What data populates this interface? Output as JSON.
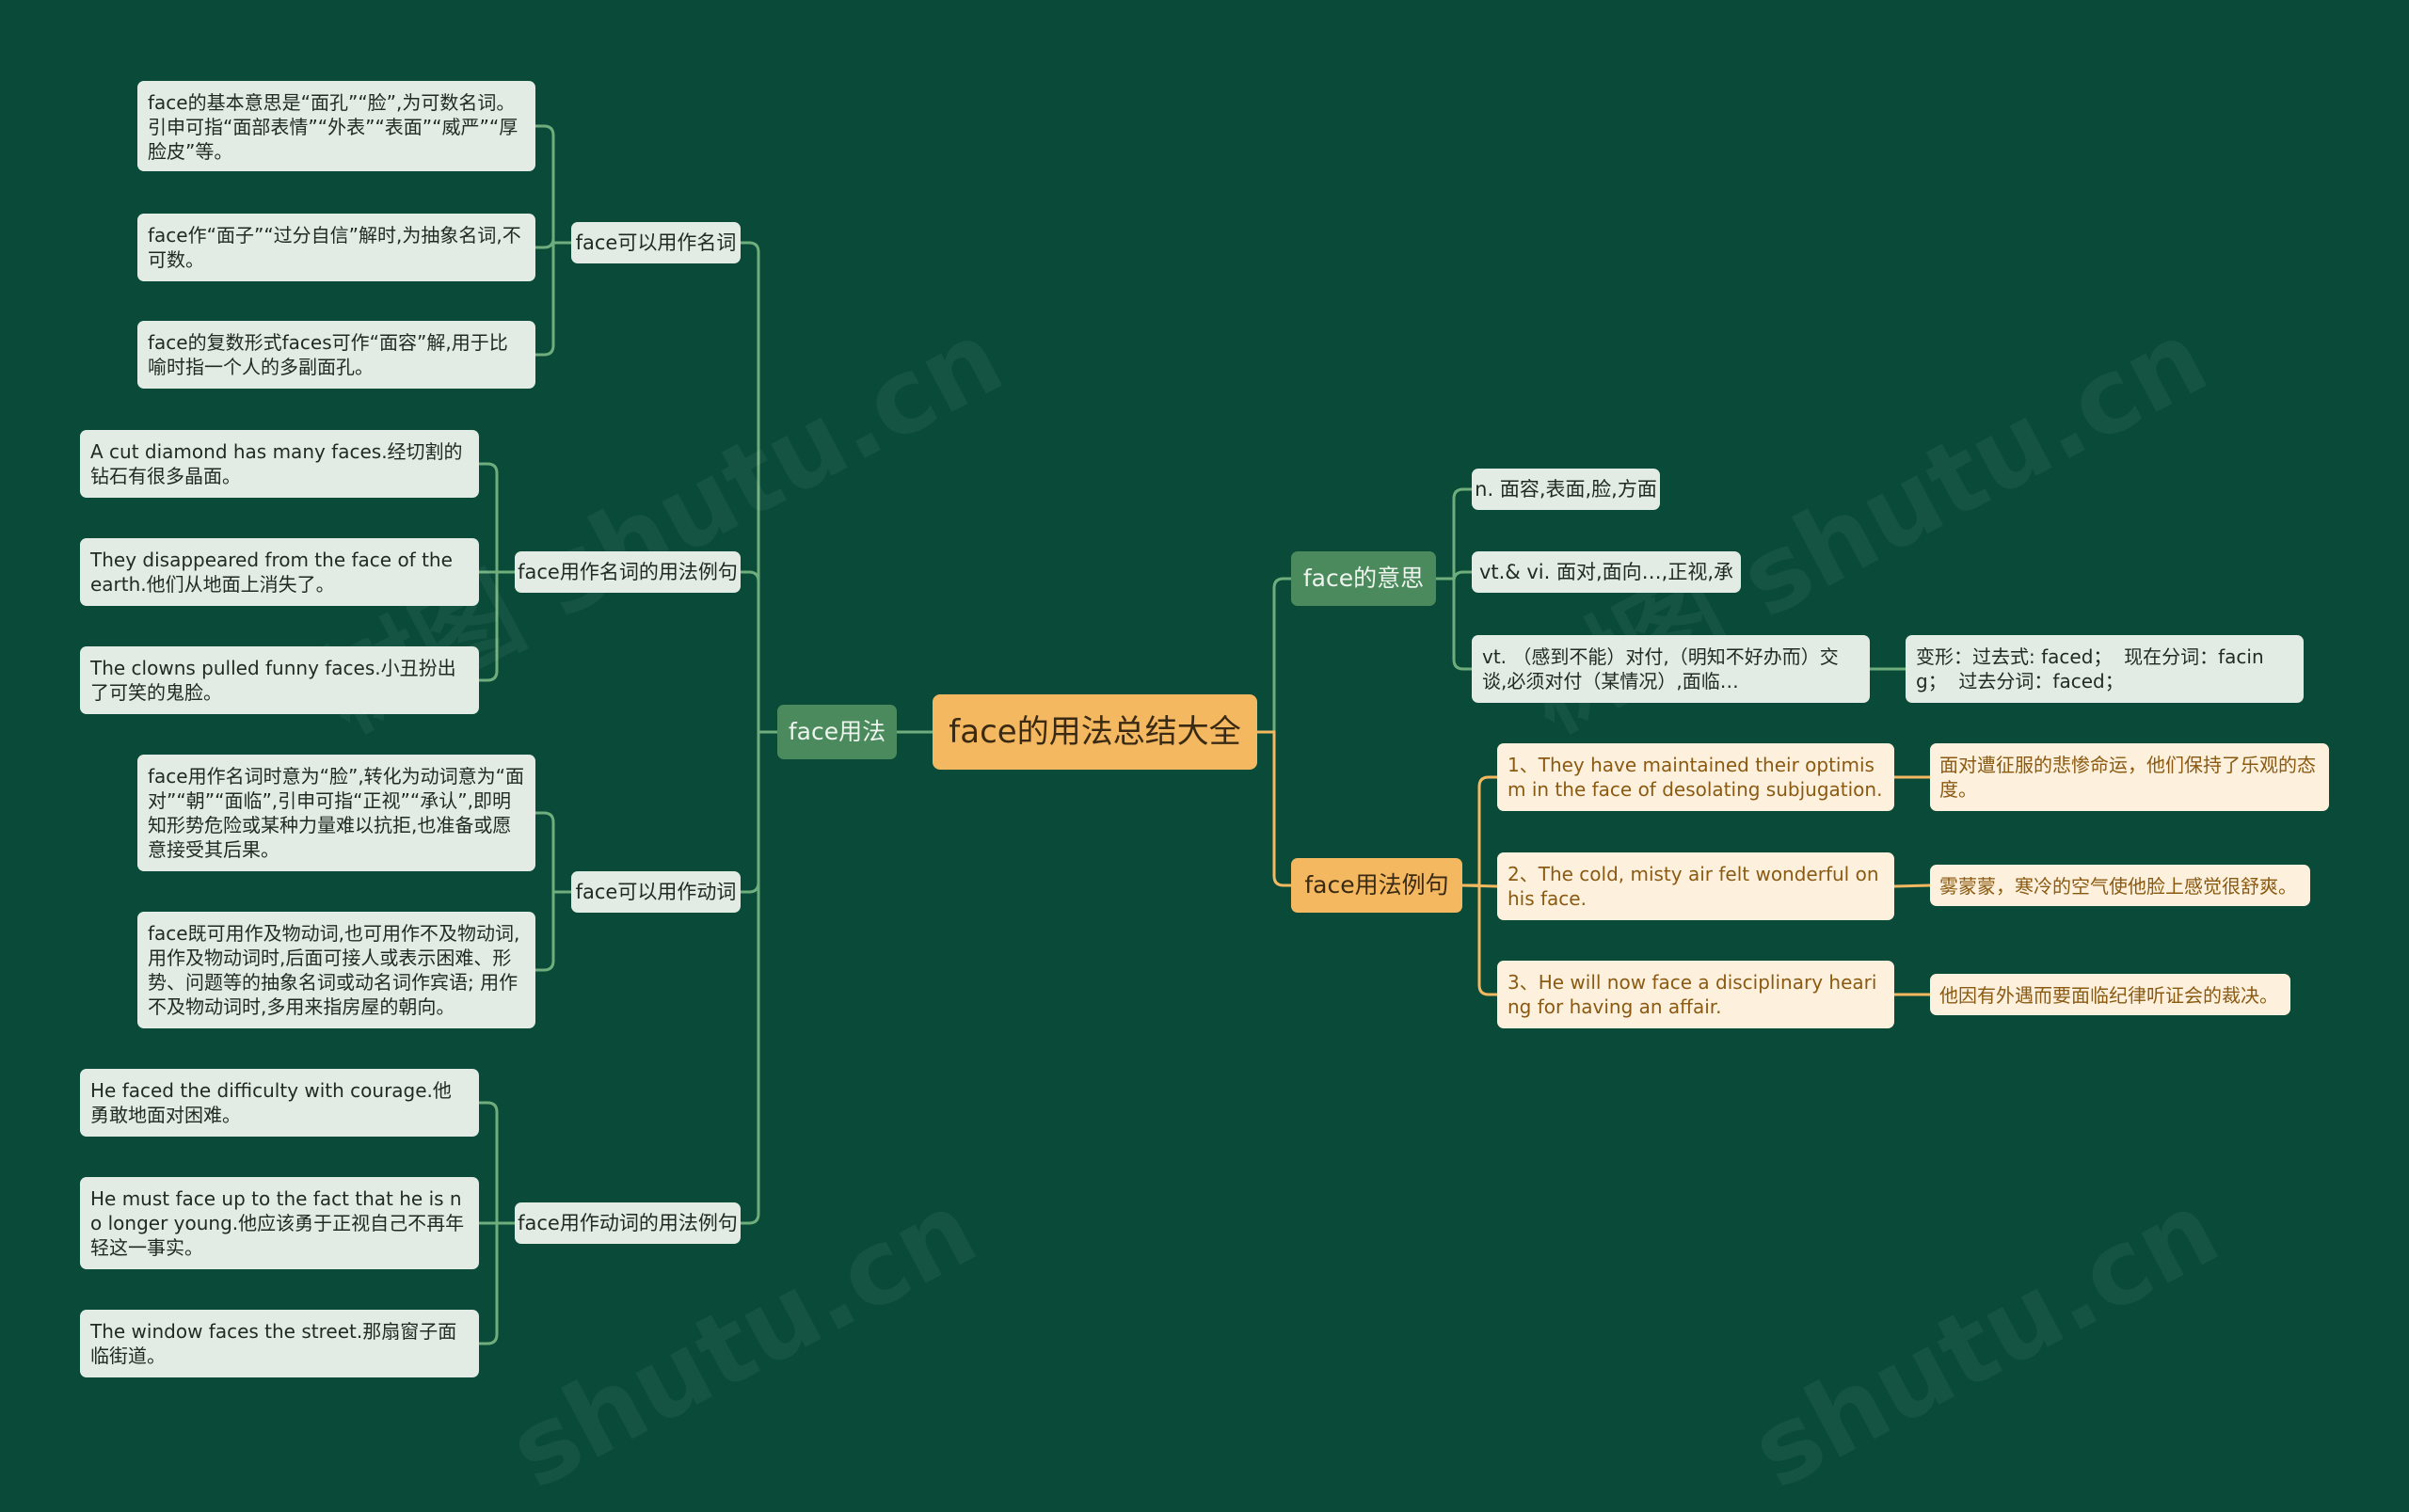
{
  "colors": {
    "background": "#094a39",
    "root": "#f4b860",
    "branch_green": "#4b8a5c",
    "branch_orange": "#f4b860",
    "node_light": "#e2ece4",
    "node_cream": "#fdf1de",
    "link_green": "#6fae7c",
    "link_orange": "#f4b860"
  },
  "root": "face的用法总结大全",
  "left": {
    "label": "face用法",
    "noun": {
      "label": "face可以用作名词",
      "items": [
        "face的基本意思是“面孔”“脸”,为可数名词。引申可指“面部表情”“外表”“表面”“威严”“厚脸皮”等。",
        "face作“面子”“过分自信”解时,为抽象名词,不可数。",
        "face的复数形式faces可作“面容”解,用于比喻时指一个人的多副面孔。"
      ]
    },
    "noun_examples": {
      "label": "face用作名词的用法例句",
      "items": [
        "A cut diamond has many faces.经切割的钻石有很多晶面。",
        "They disappeared from the face of the earth.他们从地面上消失了。",
        "The clowns pulled funny faces.小丑扮出了可笑的鬼脸。"
      ]
    },
    "verb": {
      "label": "face可以用作动词",
      "items": [
        "face用作名词时意为“脸”,转化为动词意为“面对”“朝”“面临”,引申可指“正视”“承认”,即明知形势危险或某种力量难以抗拒,也准备或愿意接受其后果。",
        "face既可用作及物动词,也可用作不及物动词,用作及物动词时,后面可接人或表示困难、形势、问题等的抽象名词或动名词作宾语; 用作不及物动词时,多用来指房屋的朝向。"
      ]
    },
    "verb_examples": {
      "label": "face用作动词的用法例句",
      "items": [
        "He faced the difficulty with courage.他勇敢地面对困难。",
        "He must face up to the fact that he is no longer young.他应该勇于正视自己不再年轻这一事实。",
        "The window faces the street.那扇窗子面临街道。"
      ]
    }
  },
  "right": {
    "meaning": {
      "label": "face的意思",
      "items": [
        "n. 面容,表面,脸,方面",
        "vt.& vi. 面对,面向…,正视,承认",
        "vt. （感到不能）对付,（明知不好办而）交谈,必须对付（某情况）,面临…"
      ],
      "forms": "变形：过去式: faced；  现在分词：facing；  过去分词：faced；"
    },
    "examples": {
      "label": "face用法例句",
      "items": [
        {
          "en": "1、They have maintained their optimism in the face of desolating subjugation.",
          "zh": "面对遭征服的悲惨命运，他们保持了乐观的态度。"
        },
        {
          "en": "2、The cold, misty air felt wonderful on his face.",
          "zh": "雾蒙蒙，寒冷的空气使他脸上感觉很舒爽。"
        },
        {
          "en": "3、He will now face a disciplinary hearing for having an affair.",
          "zh": "他因有外遇而要面临纪律听证会的裁决。"
        }
      ]
    }
  }
}
